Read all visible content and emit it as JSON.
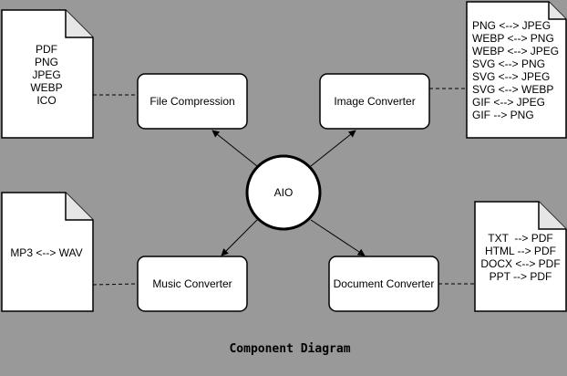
{
  "hub": {
    "label": "AIO"
  },
  "components": {
    "file_compression": {
      "label": "File Compression"
    },
    "image_converter": {
      "label": "Image Converter"
    },
    "music_converter": {
      "label": "Music Converter"
    },
    "document_converter": {
      "label": "Document Converter"
    }
  },
  "notes": {
    "file_compression": [
      "PDF",
      "PNG",
      "JPEG",
      "WEBP",
      "ICO"
    ],
    "image_converter": [
      "PNG <--> JPEG",
      "WEBP <--> PNG",
      "WEBP <--> JPEG",
      "SVG <--> PNG",
      "SVG <--> JPEG",
      "SVG <--> WEBP",
      "GIF <--> JPEG",
      "GIF --> PNG"
    ],
    "music_converter": [
      "MP3 <--> WAV"
    ],
    "document_converter": [
      "TXT  --> PDF",
      "HTML --> PDF",
      "DOCX <--> PDF",
      "PPT --> PDF"
    ]
  },
  "caption": "Component Diagram",
  "colors": {
    "background": "#999999",
    "box_fill": "#ffffff",
    "stroke": "#000000"
  }
}
